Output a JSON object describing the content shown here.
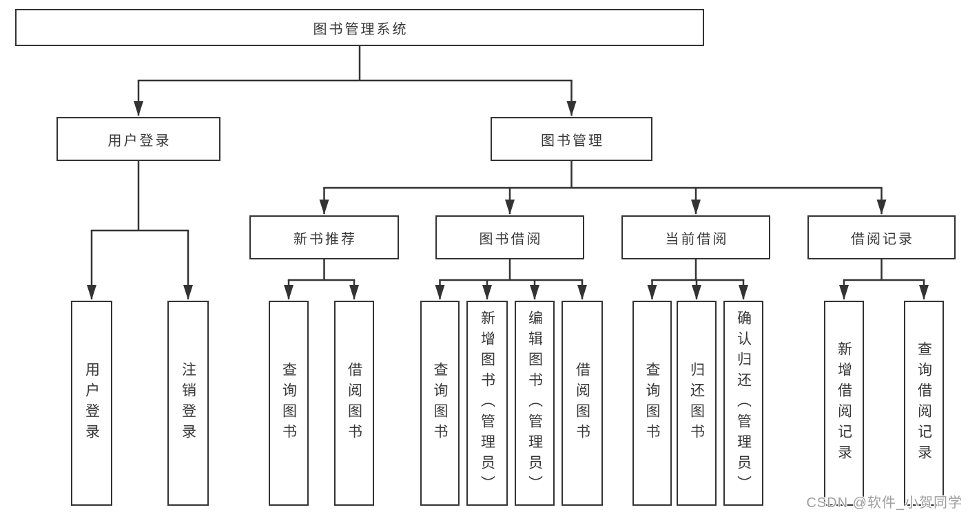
{
  "tree": {
    "label": "图书管理系统",
    "children": [
      {
        "label": "用户登录",
        "children": [
          {
            "label": "用户登录"
          },
          {
            "label": "注销登录"
          }
        ]
      },
      {
        "label": "图书管理",
        "children": [
          {
            "label": "新书推荐",
            "children": [
              {
                "label": "查询图书"
              },
              {
                "label": "借阅图书"
              }
            ]
          },
          {
            "label": "图书借阅",
            "children": [
              {
                "label": "查询图书"
              },
              {
                "label": "新增图书（管理员）"
              },
              {
                "label": "编辑图书（管理员）"
              },
              {
                "label": "借阅图书"
              }
            ]
          },
          {
            "label": "当前借阅",
            "children": [
              {
                "label": "查询图书"
              },
              {
                "label": "归还图书"
              },
              {
                "label": "确认归还（管理员）"
              }
            ]
          },
          {
            "label": "借阅记录",
            "children": [
              {
                "label": "新增借阅记录"
              },
              {
                "label": "查询借阅记录"
              }
            ]
          }
        ]
      }
    ]
  },
  "watermark": {
    "text": "CSDN @软件_小贺同学",
    "color": "#9e9e9e"
  },
  "colors": {
    "line": "#333333",
    "box_border": "#333333",
    "text": "#383838",
    "background": "#ffffff"
  }
}
